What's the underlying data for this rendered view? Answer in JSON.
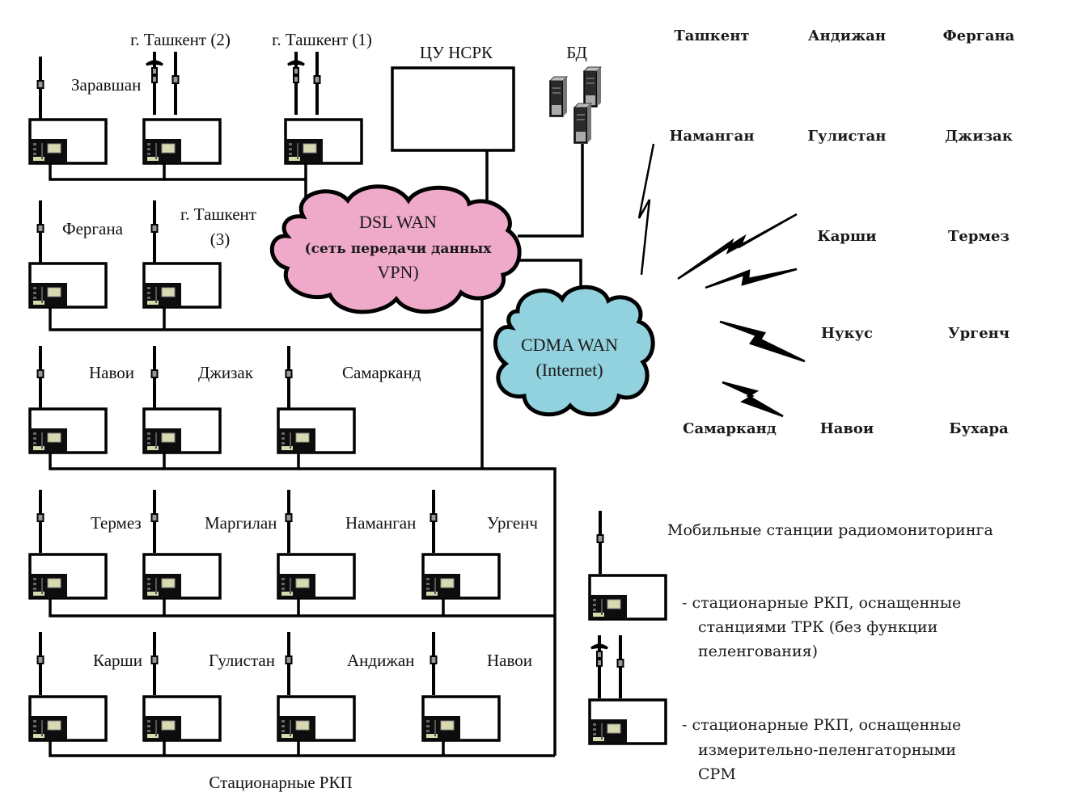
{
  "colors": {
    "line": "#000000",
    "dsl_cloud_fill": "#efa9c9",
    "cdma_cloud_fill": "#92d1de",
    "screen": "#d8d9b0",
    "device_panel": "#0d0d0d"
  },
  "top_labels": {
    "tashkent2": "г. Ташкент (2)",
    "tashkent1": "г. Ташкент (1)",
    "center": "ЦУ НСРК",
    "db": "БД"
  },
  "dsl_cloud": {
    "title": "DSL WAN",
    "line2": "(сеть передачи данных",
    "line3": "VPN)"
  },
  "cdma_cloud": {
    "title": "CDMA WAN",
    "line2": "(Internet)"
  },
  "stationary_rows": [
    {
      "stations": [
        {
          "name": "Заравшан",
          "type": "trk"
        },
        {
          "name": "",
          "type": "df"
        },
        {
          "name": "",
          "type": "df"
        }
      ]
    },
    {
      "stations": [
        {
          "name": "Фергана",
          "type": "trk"
        },
        {
          "name": "г. Ташкент (3)",
          "type": "trk"
        }
      ]
    },
    {
      "stations": [
        {
          "name": "Навои",
          "type": "trk"
        },
        {
          "name": "Джизак",
          "type": "trk"
        },
        {
          "name": "Самарканд",
          "type": "trk"
        }
      ]
    },
    {
      "stations": [
        {
          "name": "Термез",
          "type": "trk"
        },
        {
          "name": "Маргилан",
          "type": "trk"
        },
        {
          "name": "Наманган",
          "type": "trk"
        },
        {
          "name": "Ургенч",
          "type": "trk"
        }
      ]
    },
    {
      "stations": [
        {
          "name": "Карши",
          "type": "trk"
        },
        {
          "name": "Гулистан",
          "type": "trk"
        },
        {
          "name": "Андижан",
          "type": "trk"
        },
        {
          "name": "Навои",
          "type": "trk"
        }
      ]
    }
  ],
  "tashkent3": {
    "line1": "г. Ташкент",
    "line2": "(3)"
  },
  "stationary_caption": "Стационарные РКП",
  "mobile_cities": [
    [
      "Ташкент",
      "Андижан",
      "Фергана"
    ],
    [
      "Наманган",
      "Гулистан",
      "Джизак"
    ],
    [
      "",
      "Карши",
      "Термез"
    ],
    [
      "",
      "Нукус",
      "Ургенч"
    ],
    [
      "Самарканд",
      "Навои",
      "Бухара"
    ]
  ],
  "legend": {
    "mobile": "Мобильные станции радиомониторинга",
    "trk": [
      "- стационарные РКП, оснащенные",
      "станциями ТРК (без функции",
      "пеленгования)"
    ],
    "df": [
      "- стационарные РКП, оснащенные",
      "измерительно-пеленгаторными",
      "СРМ"
    ]
  }
}
